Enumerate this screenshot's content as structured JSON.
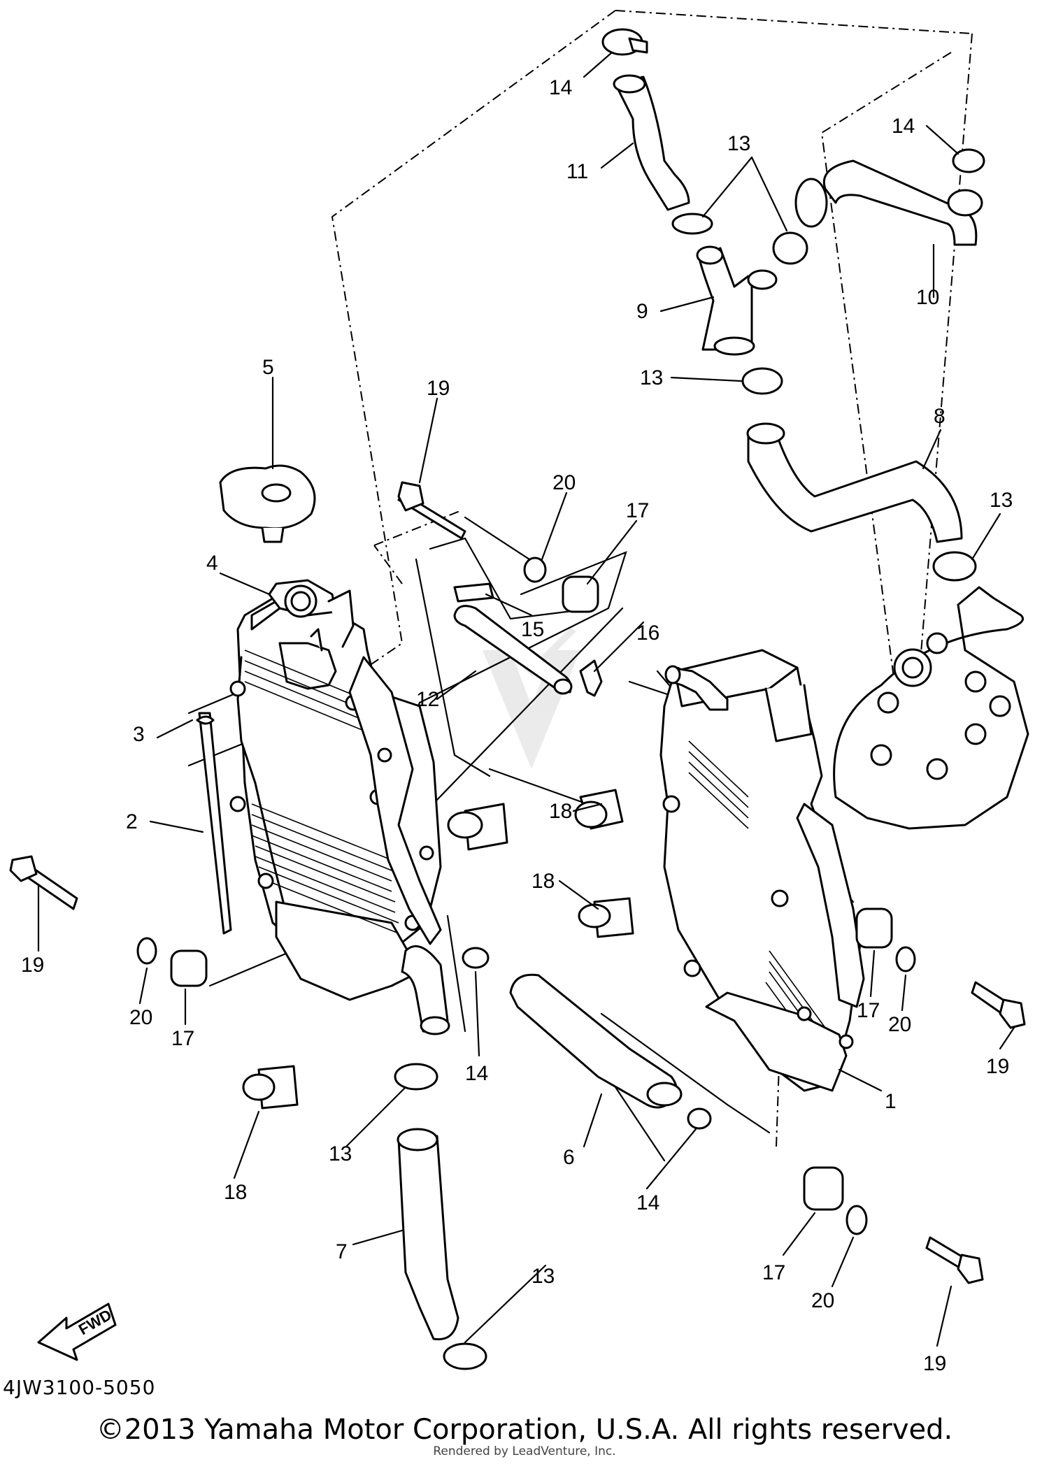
{
  "diagram": {
    "diagram_code": "4JW3100-5050",
    "copyright": "©2013 Yamaha Motor Corporation, U.S.A. All rights reserved.",
    "rendered_by": "Rendered by LeadVenture, Inc.",
    "fwd_label": "FWD",
    "callouts": [
      "1",
      "2",
      "3",
      "4",
      "5",
      "6",
      "7",
      "8",
      "9",
      "10",
      "11",
      "12",
      "13",
      "13",
      "13",
      "13",
      "13",
      "13",
      "14",
      "14",
      "14",
      "14",
      "15",
      "16",
      "17",
      "17",
      "17",
      "17",
      "18",
      "18",
      "18",
      "19",
      "19",
      "19",
      "19",
      "20",
      "20",
      "20",
      "20"
    ]
  }
}
